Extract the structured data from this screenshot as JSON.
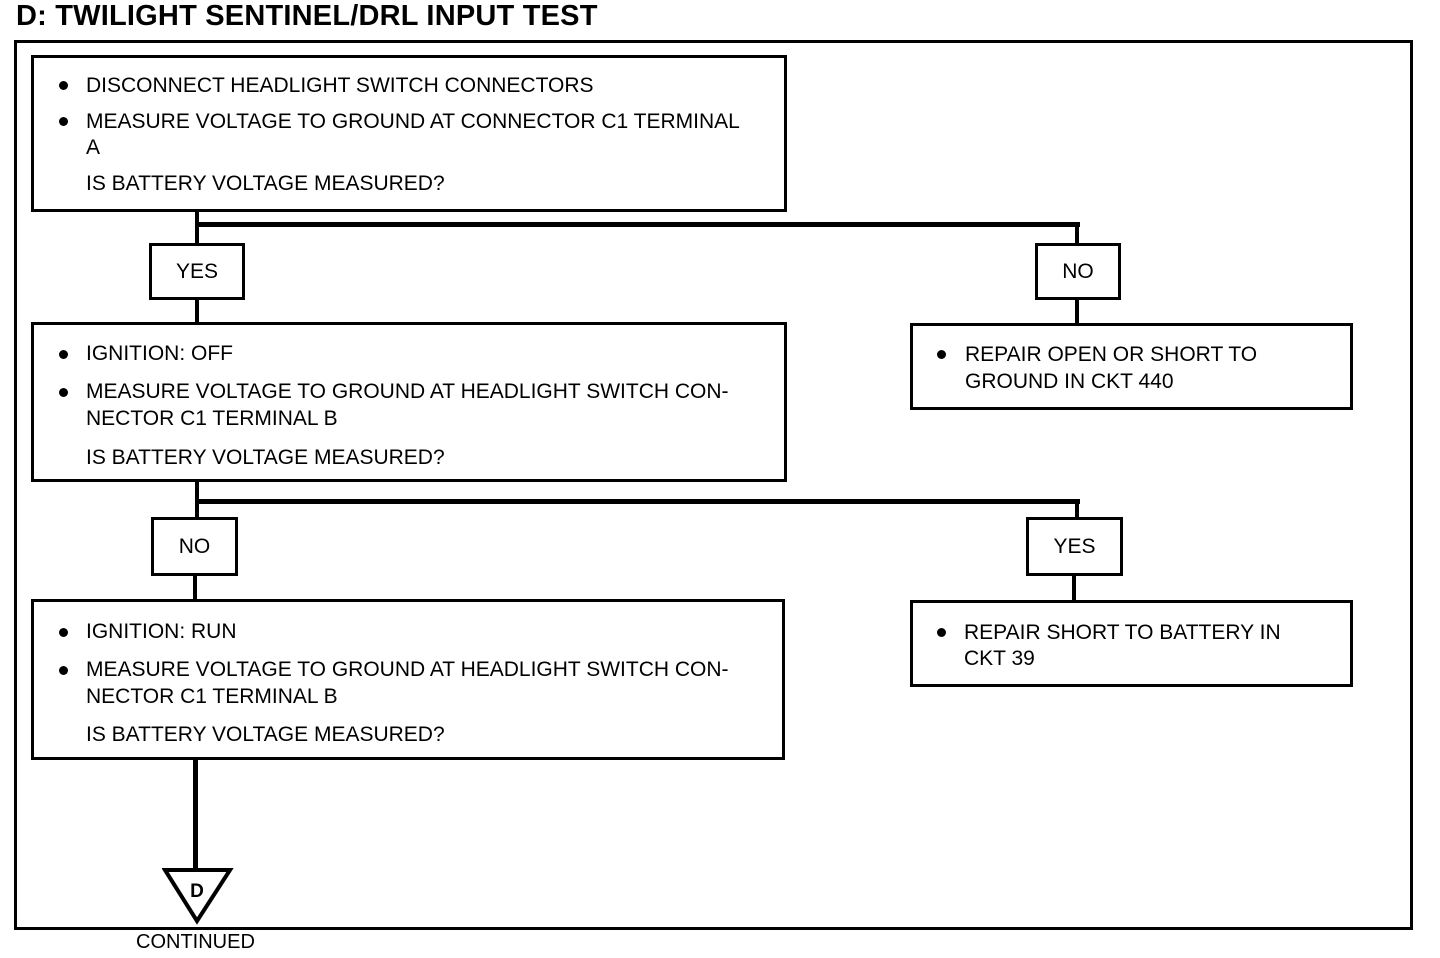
{
  "title": "D: TWILIGHT SENTINEL/DRL INPUT TEST",
  "step1": {
    "bullets": [
      "DISCONNECT HEADLIGHT SWITCH CONNECTORS",
      "MEASURE VOLTAGE TO GROUND AT CONNECTOR C1 TERMINAL",
      "A"
    ],
    "question": "IS BATTERY VOLTAGE MEASURED?"
  },
  "branch1": {
    "yes_label": "YES",
    "no_label": "NO"
  },
  "repair1": {
    "lines": [
      "REPAIR OPEN OR SHORT TO",
      "GROUND IN CKT 440"
    ]
  },
  "step2": {
    "bullets": [
      "IGNITION: OFF",
      "MEASURE VOLTAGE TO GROUND AT HEADLIGHT SWITCH CON-",
      "NECTOR C1 TERMINAL B"
    ],
    "question": "IS BATTERY VOLTAGE MEASURED?"
  },
  "branch2": {
    "no_label": "NO",
    "yes_label": "YES"
  },
  "repair2": {
    "lines": [
      "REPAIR SHORT TO BATTERY IN",
      "CKT 39"
    ]
  },
  "step3": {
    "bullets": [
      "IGNITION: RUN",
      "MEASURE VOLTAGE TO GROUND AT HEADLIGHT SWITCH CON-",
      "NECTOR C1 TERMINAL B"
    ],
    "question": "IS BATTERY VOLTAGE MEASURED?"
  },
  "connector": {
    "letter": "D",
    "caption": "CONTINUED"
  }
}
